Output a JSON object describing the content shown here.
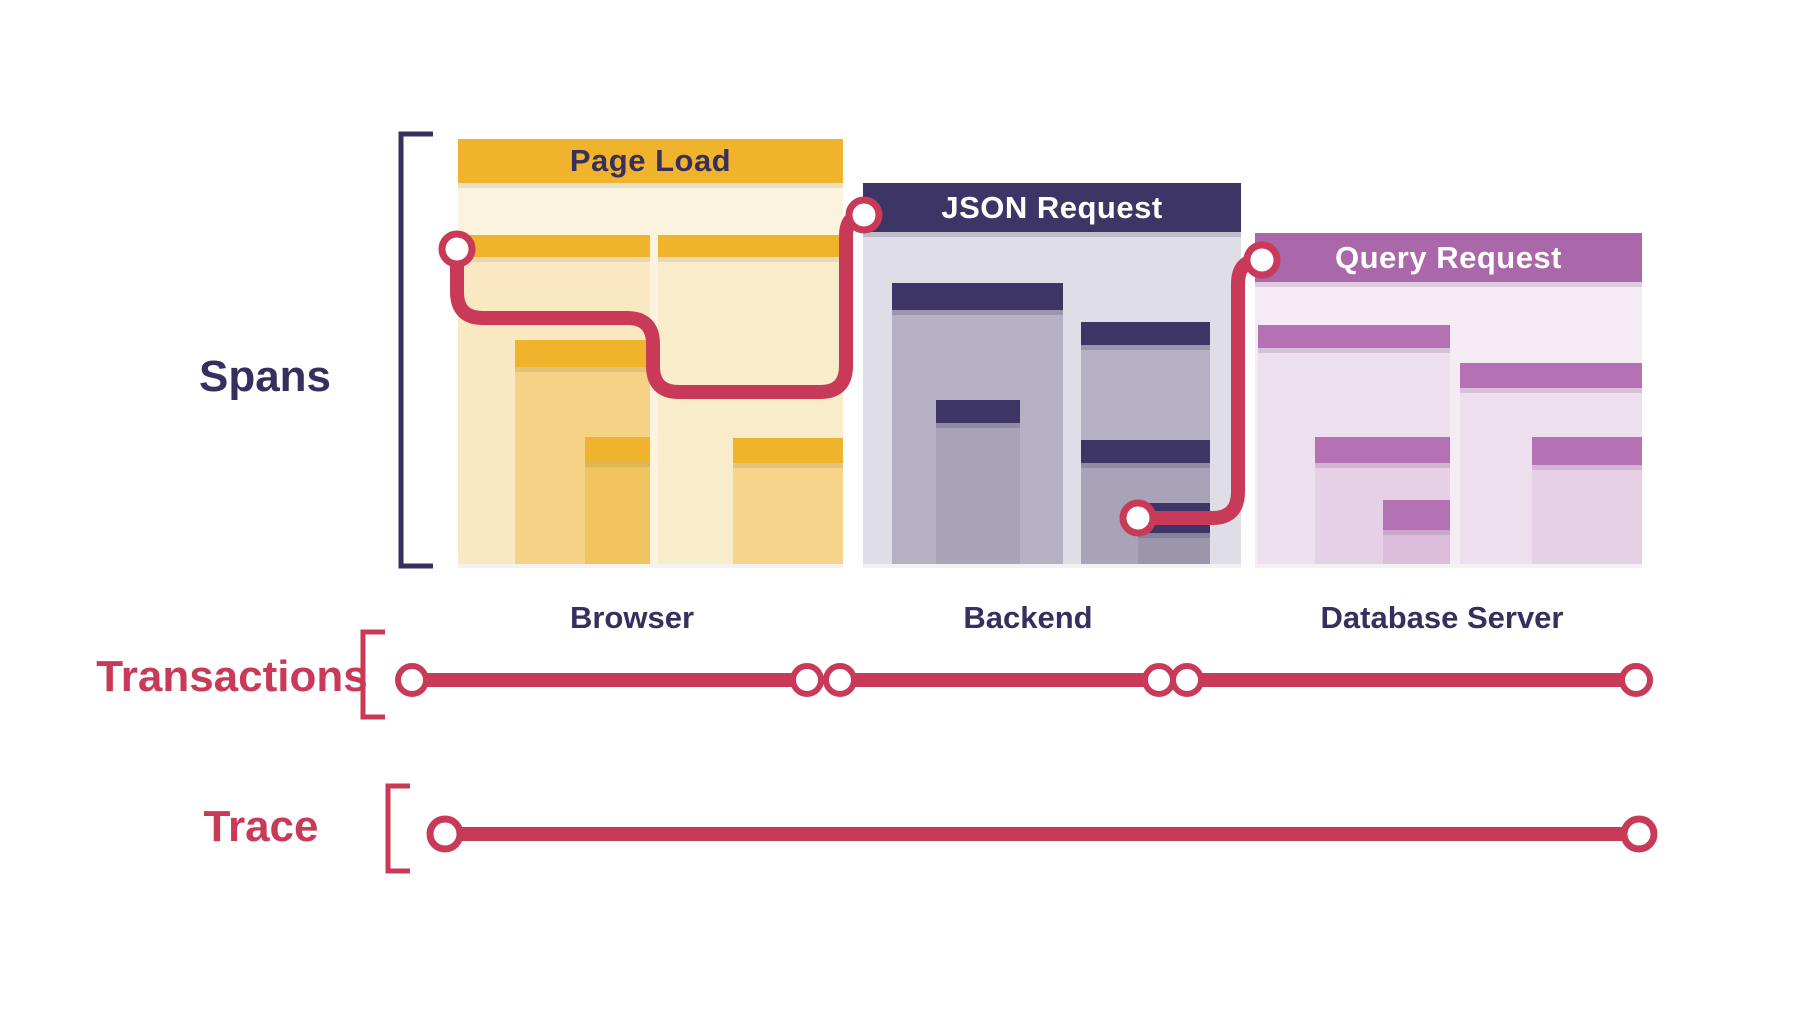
{
  "diagram": {
    "title_concepts": [
      "Spans",
      "Transactions",
      "Trace"
    ],
    "spans": {
      "label": "Spans",
      "panels": [
        {
          "title": "Page Load",
          "service": "Browser",
          "theme_color": "#F0B42C",
          "header_text_color": "#372F5E"
        },
        {
          "title": "JSON Request",
          "service": "Backend",
          "theme_color": "#3D3566",
          "header_text_color": "#FFFFFF"
        },
        {
          "title": "Query Request",
          "service": "Database Server",
          "theme_color": "#AA67A9",
          "header_text_color": "#FFFFFF"
        }
      ]
    },
    "transactions": {
      "label": "Transactions",
      "line_count": 3
    },
    "trace": {
      "label": "Trace",
      "line_count": 1
    },
    "colors": {
      "accent_red": "#C83A57",
      "navy": "#3D3566",
      "navy_text": "#372F5E",
      "gold": "#F0B42C",
      "purple": "#AA67A9"
    }
  }
}
